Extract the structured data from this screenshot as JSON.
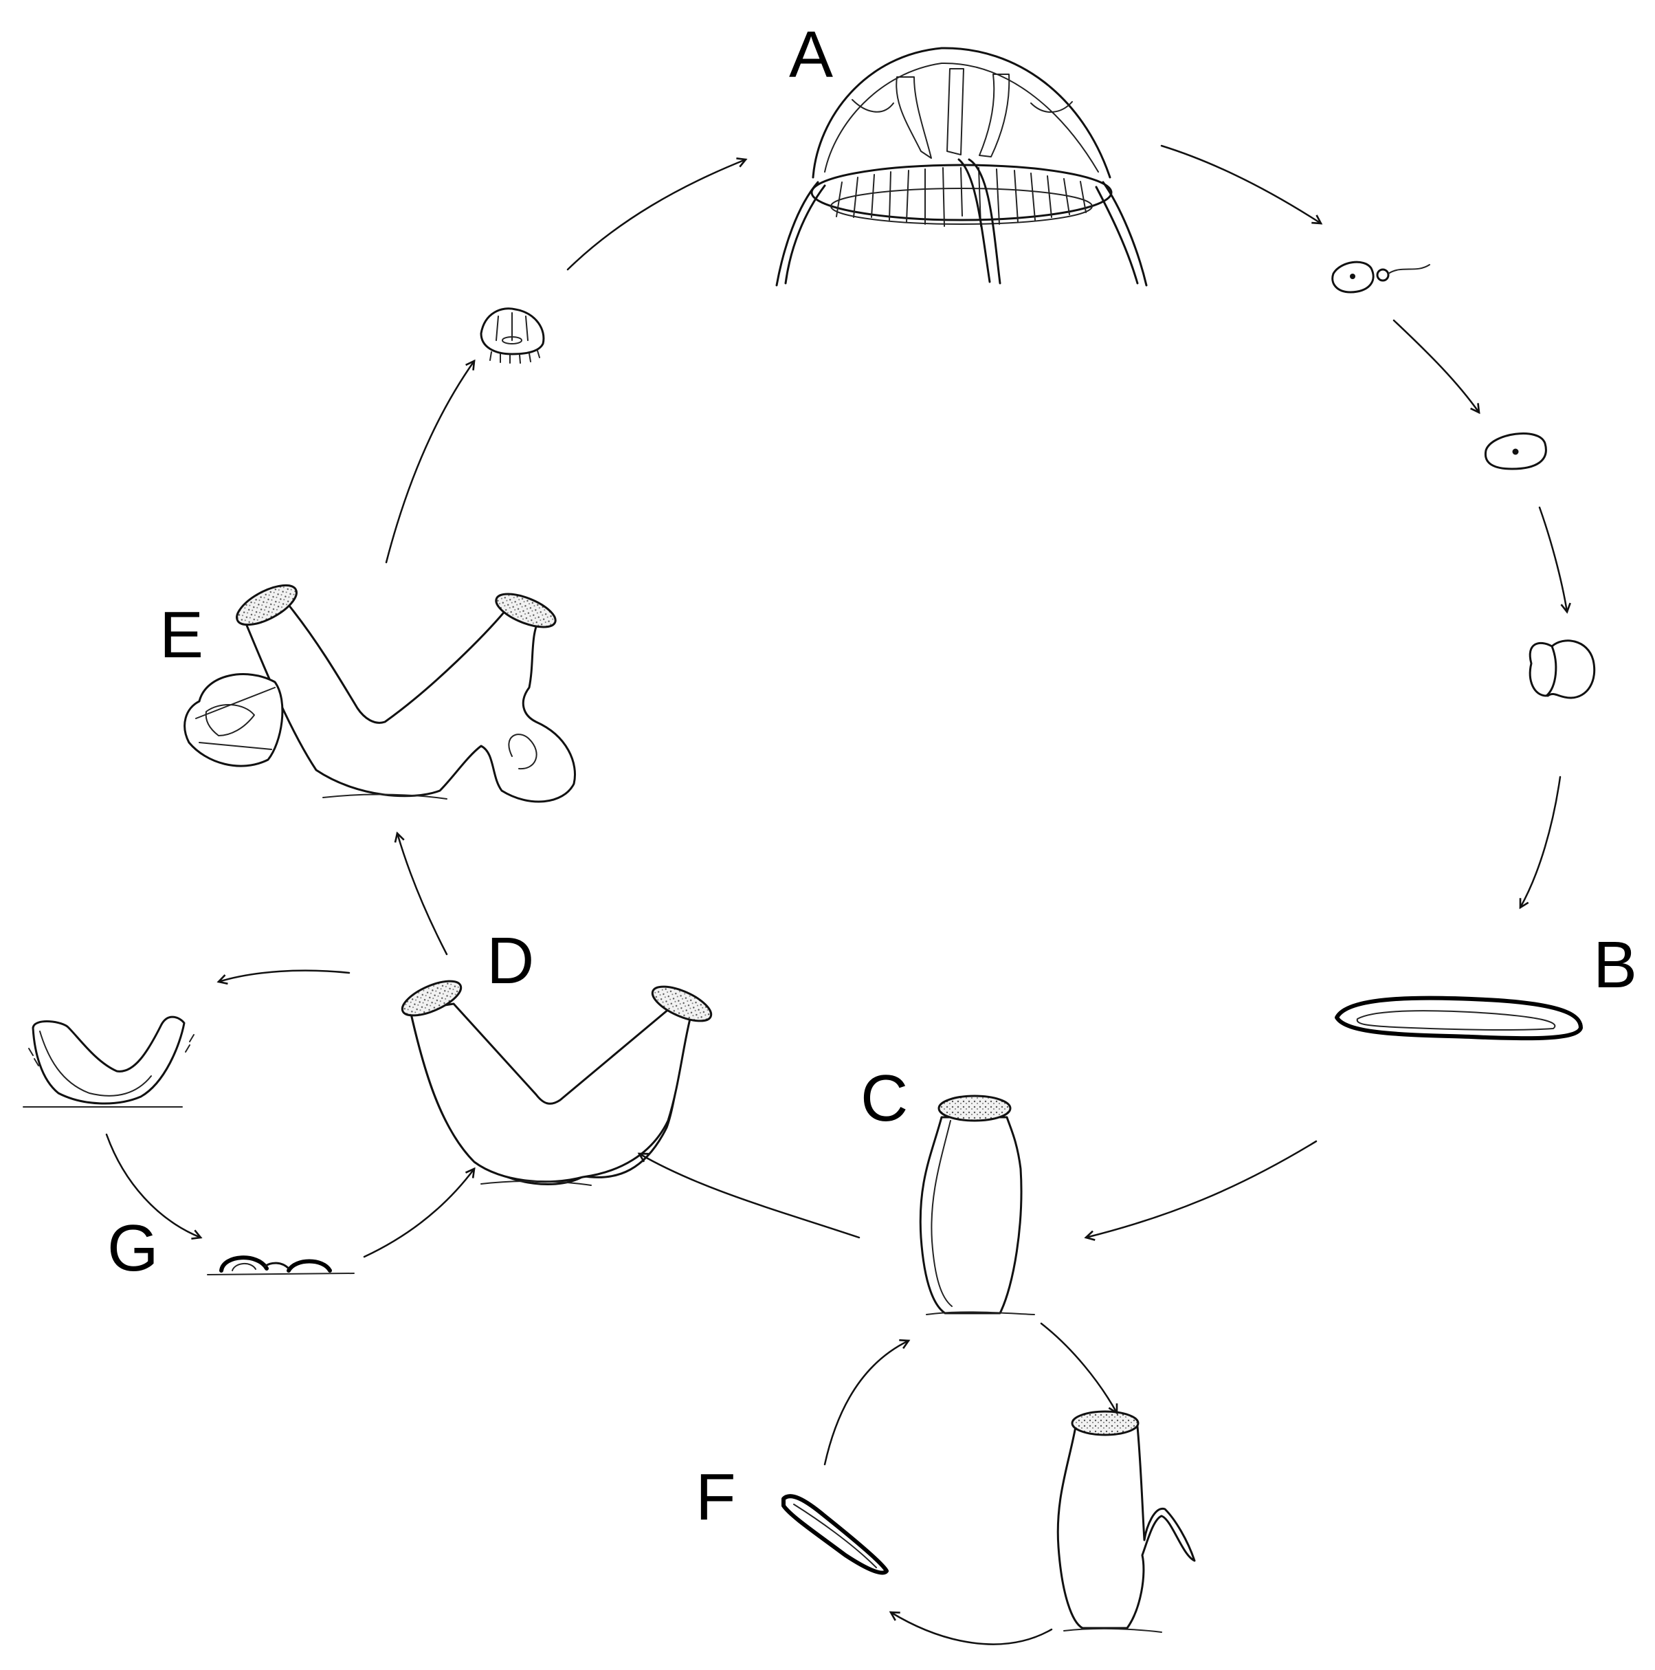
{
  "labels": {
    "A": "A",
    "B": "B",
    "C": "C",
    "D": "D",
    "E": "E",
    "F": "F",
    "G": "G"
  },
  "colors": {
    "ink": "#111111",
    "background": "#ffffff",
    "oral_disc": "#e4e4e4"
  }
}
